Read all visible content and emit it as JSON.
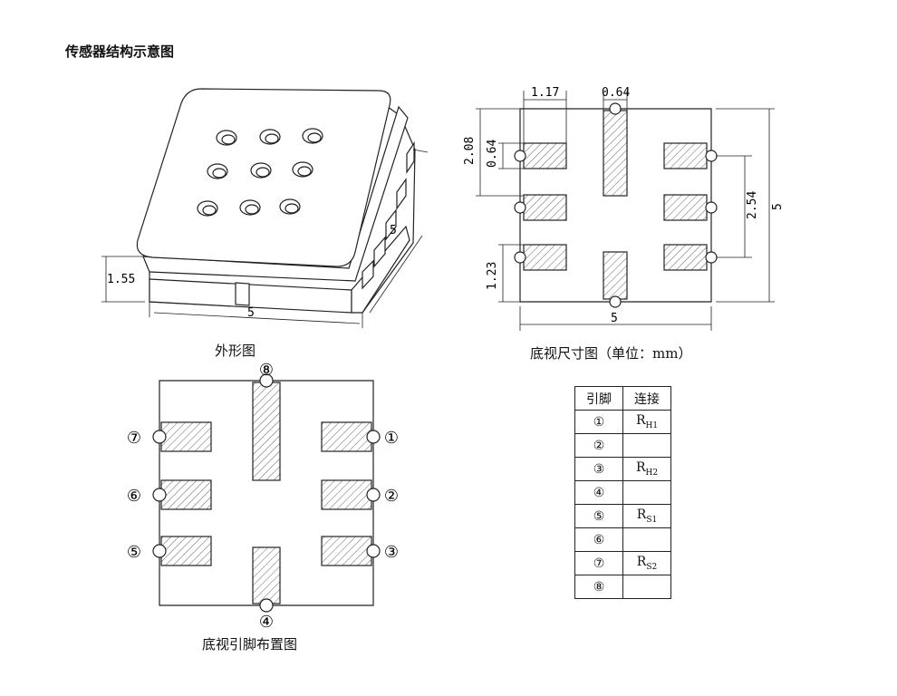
{
  "title": "传感器结构示意图",
  "captions": {
    "outline": "外形图",
    "bottom_dim": "底视尺寸图（单位：mm）",
    "pin_layout": "底视引脚布置图"
  },
  "outline_dims": {
    "height": "1.55",
    "width": "5",
    "depth": "5"
  },
  "bottom_dims": {
    "pad_width": "1.17",
    "center_width": "0.64",
    "top_height": "2.08",
    "pad_height": "0.64",
    "pitch": "2.54",
    "bottom_height": "1.23",
    "total_width": "5",
    "total_height": "5"
  },
  "pin_labels": [
    "①",
    "②",
    "③",
    "④",
    "⑤",
    "⑥",
    "⑦",
    "⑧"
  ],
  "pin_table": {
    "headers": [
      "引脚",
      "连接"
    ],
    "rows": [
      {
        "pin": "①",
        "base": "R",
        "sub": "H1"
      },
      {
        "pin": "②",
        "base": "",
        "sub": ""
      },
      {
        "pin": "③",
        "base": "R",
        "sub": "H2"
      },
      {
        "pin": "④",
        "base": "",
        "sub": ""
      },
      {
        "pin": "⑤",
        "base": "R",
        "sub": "S1"
      },
      {
        "pin": "⑥",
        "base": "",
        "sub": ""
      },
      {
        "pin": "⑦",
        "base": "R",
        "sub": "S2"
      },
      {
        "pin": "⑧",
        "base": "",
        "sub": ""
      }
    ]
  }
}
